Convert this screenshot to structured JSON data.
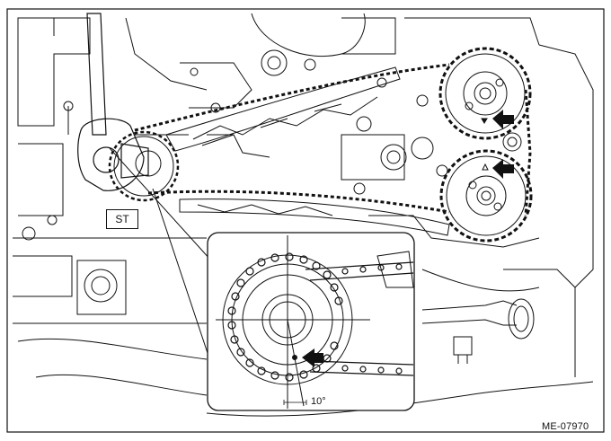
{
  "figure": {
    "tool_label": "ST",
    "angle_label": "10°",
    "figure_code": "ME-07970"
  },
  "colors": {
    "line": "#111111",
    "background": "#ffffff"
  },
  "icons": [
    "arrow-left-icon"
  ]
}
